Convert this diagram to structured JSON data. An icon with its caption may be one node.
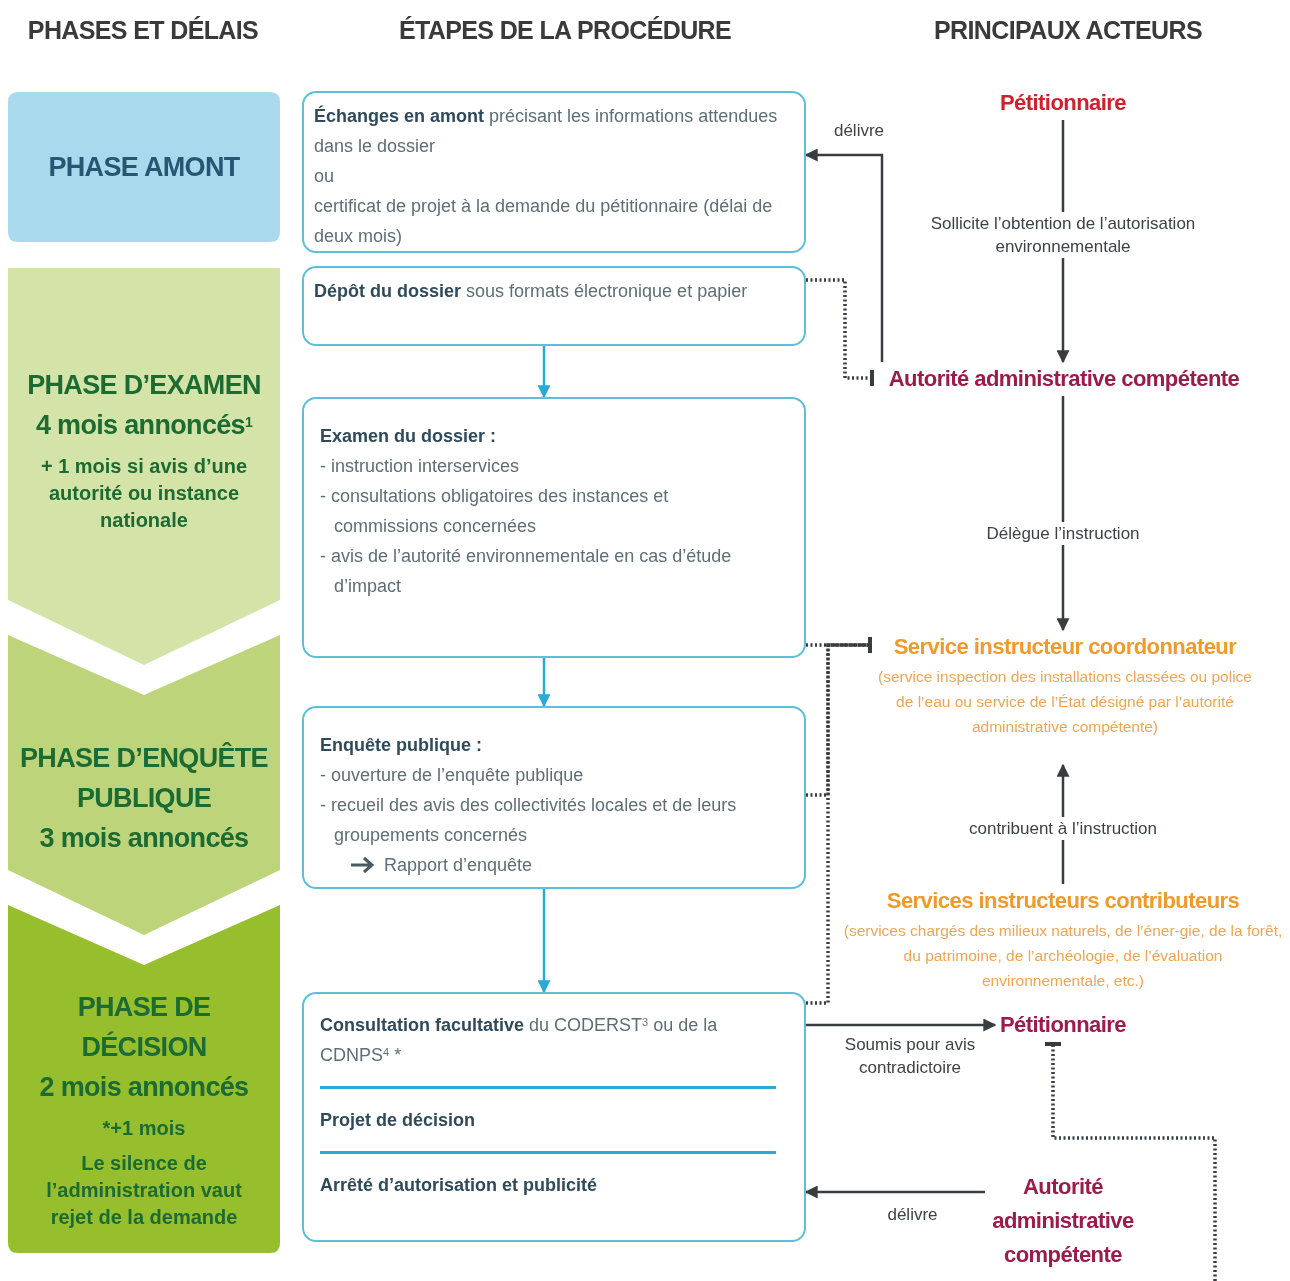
{
  "diagram": {
    "nodes": [
      {
        "text": [
          "PHASE AMONT"
        ]
      },
      {
        "text": [
          "PHASE D’EXAMEN",
          "4 mois annoncés$^{1}$",
          "+ 1 mois si avis d’une autorité ou instance nationale"
        ]
      },
      {
        "text": [
          "PHASE D’ENQUÊTE PUBLIQUE",
          "3 mois annoncés"
        ]
      },
      {
        "text": [
          "PHASE DE DÉCISION",
          "2 mois annoncés",
          "*+1 mois",
          "Le silence de l’administration vaut rejet de la demande"
        ]
      },
      {
        "text": [
          "**Échanges en amont** précisant les informations attendues dans le dossier",
          "ou",
          "certificat de projet à la demande du pétitionnaire (délai de deux mois)"
        ]
      },
      {
        "text": [
          "**Dépôt du dossier** sous formats électronique et papier"
        ]
      },
      {
        "text": [
          "Examen du dossier :",
          "- instruction interservices",
          "- consultations obligatoires des instances et commissions concernées",
          "- avis de l’autorité environnementale en cas d’étude d’impact"
        ]
      },
      {
        "text": [
          "Enquête publique :",
          "- ouverture de l’enquête publique",
          "- recueil des avis des collectivités locales et de leurs groupements concernés",
          "Rapport d’enquête"
        ]
      },
      {
        "text": [
          "**Consultation facultative** du CODERST$^{3}$ ou de la CDNPS$^{4}$ *",
          "Projet de décision",
          "Arrêté d’autorisation et publicité"
        ]
      },
      {
        "text": [
          "Pétitionnaire"
        ]
      },
      {
        "text": [
          "Autorité administrative compétente"
        ]
      },
      {
        "text": [
          "Service instructeur coordonnateur",
          "(service inspection des installations classées ou police de l’eau ou service de l’État désigné par l’autorité administrative compétente)"
        ]
      },
      {
        "text": [
          "Services instructeurs contributeurs",
          "(services chargés des milieux naturels, de l’éner-gie, de la forêt, du patrimoine, de l’archéologie, de l’évaluation environnementale, etc.)"
        ]
      },
      {
        "text": [
          "Pétitionnaire"
        ]
      },
      {
        "text": [
          "Autorité administrative compétente"
        ]
      }
    ],
    "edges": [
      {
        "from": 9,
        "to": 10,
        "arrow": "to",
        "label": "Sollicite l’obtention de l’autorisation environnementale"
      },
      {
        "from": 10,
        "to": 4,
        "arrow": "to",
        "label": "délivre"
      },
      {
        "from": 5,
        "to": 10,
        "arrow": "other",
        "style": "dashed"
      },
      {
        "from": 10,
        "to": 11,
        "arrow": "to",
        "label": "Délègue l’instruction"
      },
      {
        "from": 6,
        "to": 11,
        "arrow": "other",
        "style": "dashed"
      },
      {
        "from": 7,
        "to": 11,
        "arrow": "other",
        "style": "dashed"
      },
      {
        "from": 8,
        "to": 11,
        "arrow": "other",
        "style": "dashed"
      },
      {
        "from": 12,
        "to": 11,
        "arrow": "to",
        "label": "contribuent à l’instruction"
      },
      {
        "from": 8,
        "to": 13,
        "arrow": "to",
        "label": "Soumis pour avis contradictoire"
      },
      {
        "from": null,
        "to": 13,
        "arrow": "other",
        "style": "dashed"
      },
      {
        "from": 14,
        "to": 8,
        "arrow": "to",
        "label": "délivre"
      },
      {
        "from": 5,
        "to": 6,
        "arrow": "to",
        "color": "#29a9d6"
      },
      {
        "from": 6,
        "to": 7,
        "arrow": "to",
        "color": "#29a9d6"
      },
      {
        "from": 7,
        "to": 8,
        "arrow": "to",
        "color": "#29a9d6"
      }
    ],
    "labels": [
      "PHASES ET DÉLAIS",
      "ÉTAPES DE LA PROCÉDURE",
      "PRINCIPAUX ACTEURS"
    ]
  }
}
